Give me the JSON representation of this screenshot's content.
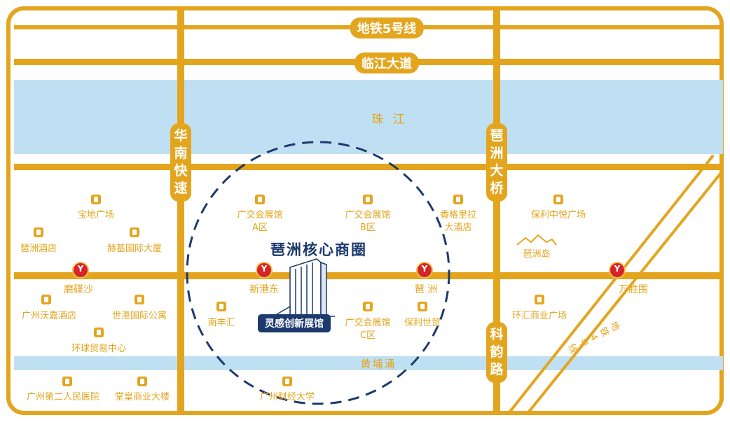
{
  "colors": {
    "road": "#e4a51e",
    "river": "#bfe0f2",
    "core_ring": "#1c3a6e",
    "metro": "#d4252a",
    "background": "#ffffff"
  },
  "roads": {
    "metro_line_5": "地铁5号线",
    "linjiang_avenue": "临江大道",
    "huanan_expressway": "华南快速",
    "pazhou_bridge": "琶洲大桥",
    "keyun_road": "科韵路",
    "metro_line_4": "地铁4号线"
  },
  "rivers": {
    "pearl_river": "珠 江",
    "huangpu_chong": "黄埔涌"
  },
  "core_area": {
    "title": "琶洲核心商圈",
    "center_label": "灵感创新展馆"
  },
  "metro_stations": [
    {
      "name": "磨碟沙"
    },
    {
      "name": "新港东"
    },
    {
      "name": "琶 洲"
    },
    {
      "name": "万胜围"
    }
  ],
  "pois": [
    {
      "name": "宝地广场",
      "icon": "building-icon"
    },
    {
      "name": "琶洲酒店",
      "icon": "hotel-icon"
    },
    {
      "name": "赫基国际大厦",
      "icon": "hotel-icon"
    },
    {
      "name": "广交会展馆",
      "name2": "A区",
      "icon": "exhibition-icon"
    },
    {
      "name": "广交会展馆",
      "name2": "B区",
      "icon": "exhibition-icon"
    },
    {
      "name": "香格里拉",
      "name2": "大酒店",
      "icon": "hotel-icon"
    },
    {
      "name": "保利中悦广场",
      "icon": "mall-icon"
    },
    {
      "name": "琶洲岛",
      "icon": "island-icon"
    },
    {
      "name": "广州沃嘉酒店",
      "icon": "hotel-icon"
    },
    {
      "name": "世港国际公寓",
      "icon": "hotel-icon"
    },
    {
      "name": "环球贸易中心",
      "icon": "hotel-icon"
    },
    {
      "name": "南丰汇",
      "icon": "building-icon"
    },
    {
      "name": "广交会展馆",
      "name2": "C区",
      "icon": "exhibition-icon"
    },
    {
      "name": "保利世贸",
      "icon": "hotel-icon"
    },
    {
      "name": "环汇商业广场",
      "icon": "building-icon"
    },
    {
      "name": "广州第二人民医院",
      "icon": "hospital-icon"
    },
    {
      "name": "堂皇商业大楼",
      "icon": "hotel-icon"
    },
    {
      "name": "广州财经大学",
      "icon": "school-icon"
    }
  ]
}
